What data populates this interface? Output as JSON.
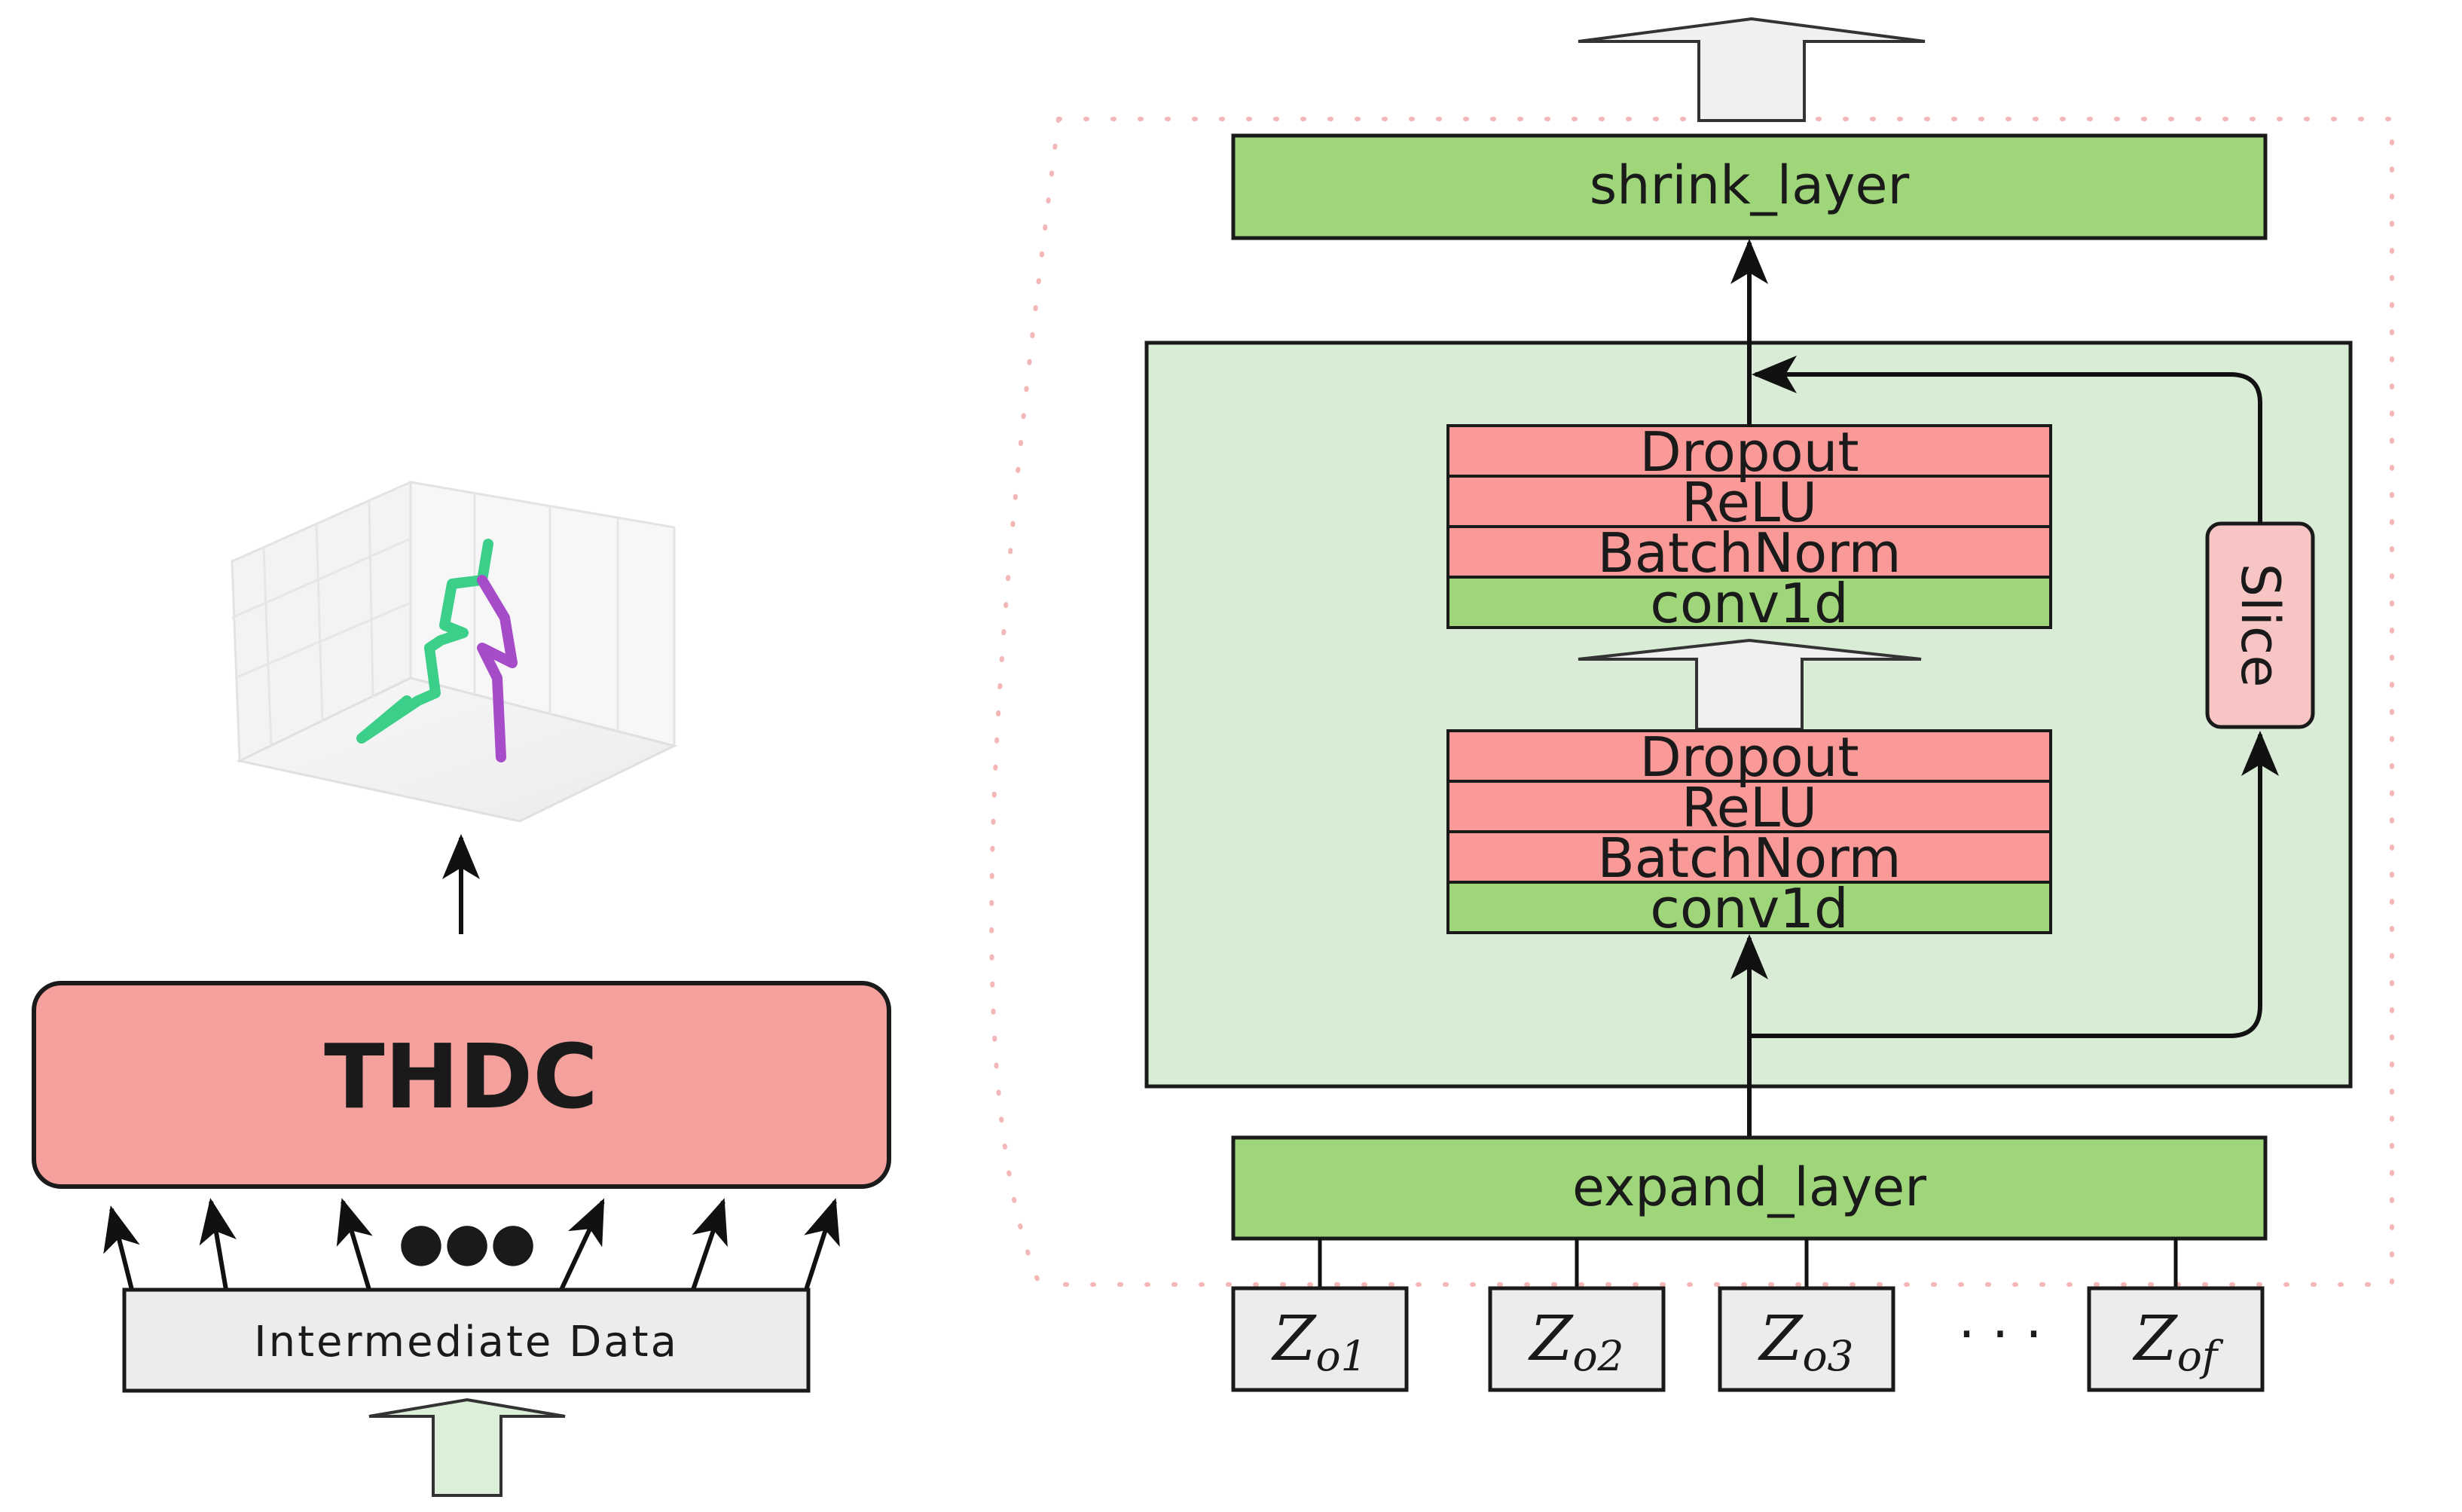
{
  "left_module": {
    "thdc_label": "THDC",
    "intermediate_label": "Intermediate Data",
    "dots_label": "●●●"
  },
  "right_module": {
    "shrink_label": "shrink_layer",
    "expand_label": "expand_layer",
    "slice_label": "Slice",
    "blocks": [
      {
        "layers": [
          "Dropout",
          "ReLU",
          "BatchNorm",
          "conv1d"
        ]
      },
      {
        "layers": [
          "Dropout",
          "ReLU",
          "BatchNorm",
          "conv1d"
        ]
      }
    ],
    "inputs": [
      {
        "base": "Z",
        "sub": "o1"
      },
      {
        "base": "Z",
        "sub": "o2"
      },
      {
        "base": "Z",
        "sub": "o3"
      },
      {
        "base": "Z",
        "sub": "of"
      }
    ],
    "ellipsis": "· · ·"
  },
  "colors": {
    "thdc_fill": "#f4a09c",
    "layer_red": "#f99a98",
    "layer_green": "#9fd67a",
    "panel_green": "#d9ecd6",
    "slice_fill": "#f7c5c3",
    "gray_box": "#ececec",
    "arrow_fill": "#f0f0f0",
    "input_arrow_fill": "#dcefd9",
    "skeleton_green": "#3ccf8a",
    "skeleton_purple": "#a64cc9",
    "dotted_border": "#f3b7b7"
  }
}
